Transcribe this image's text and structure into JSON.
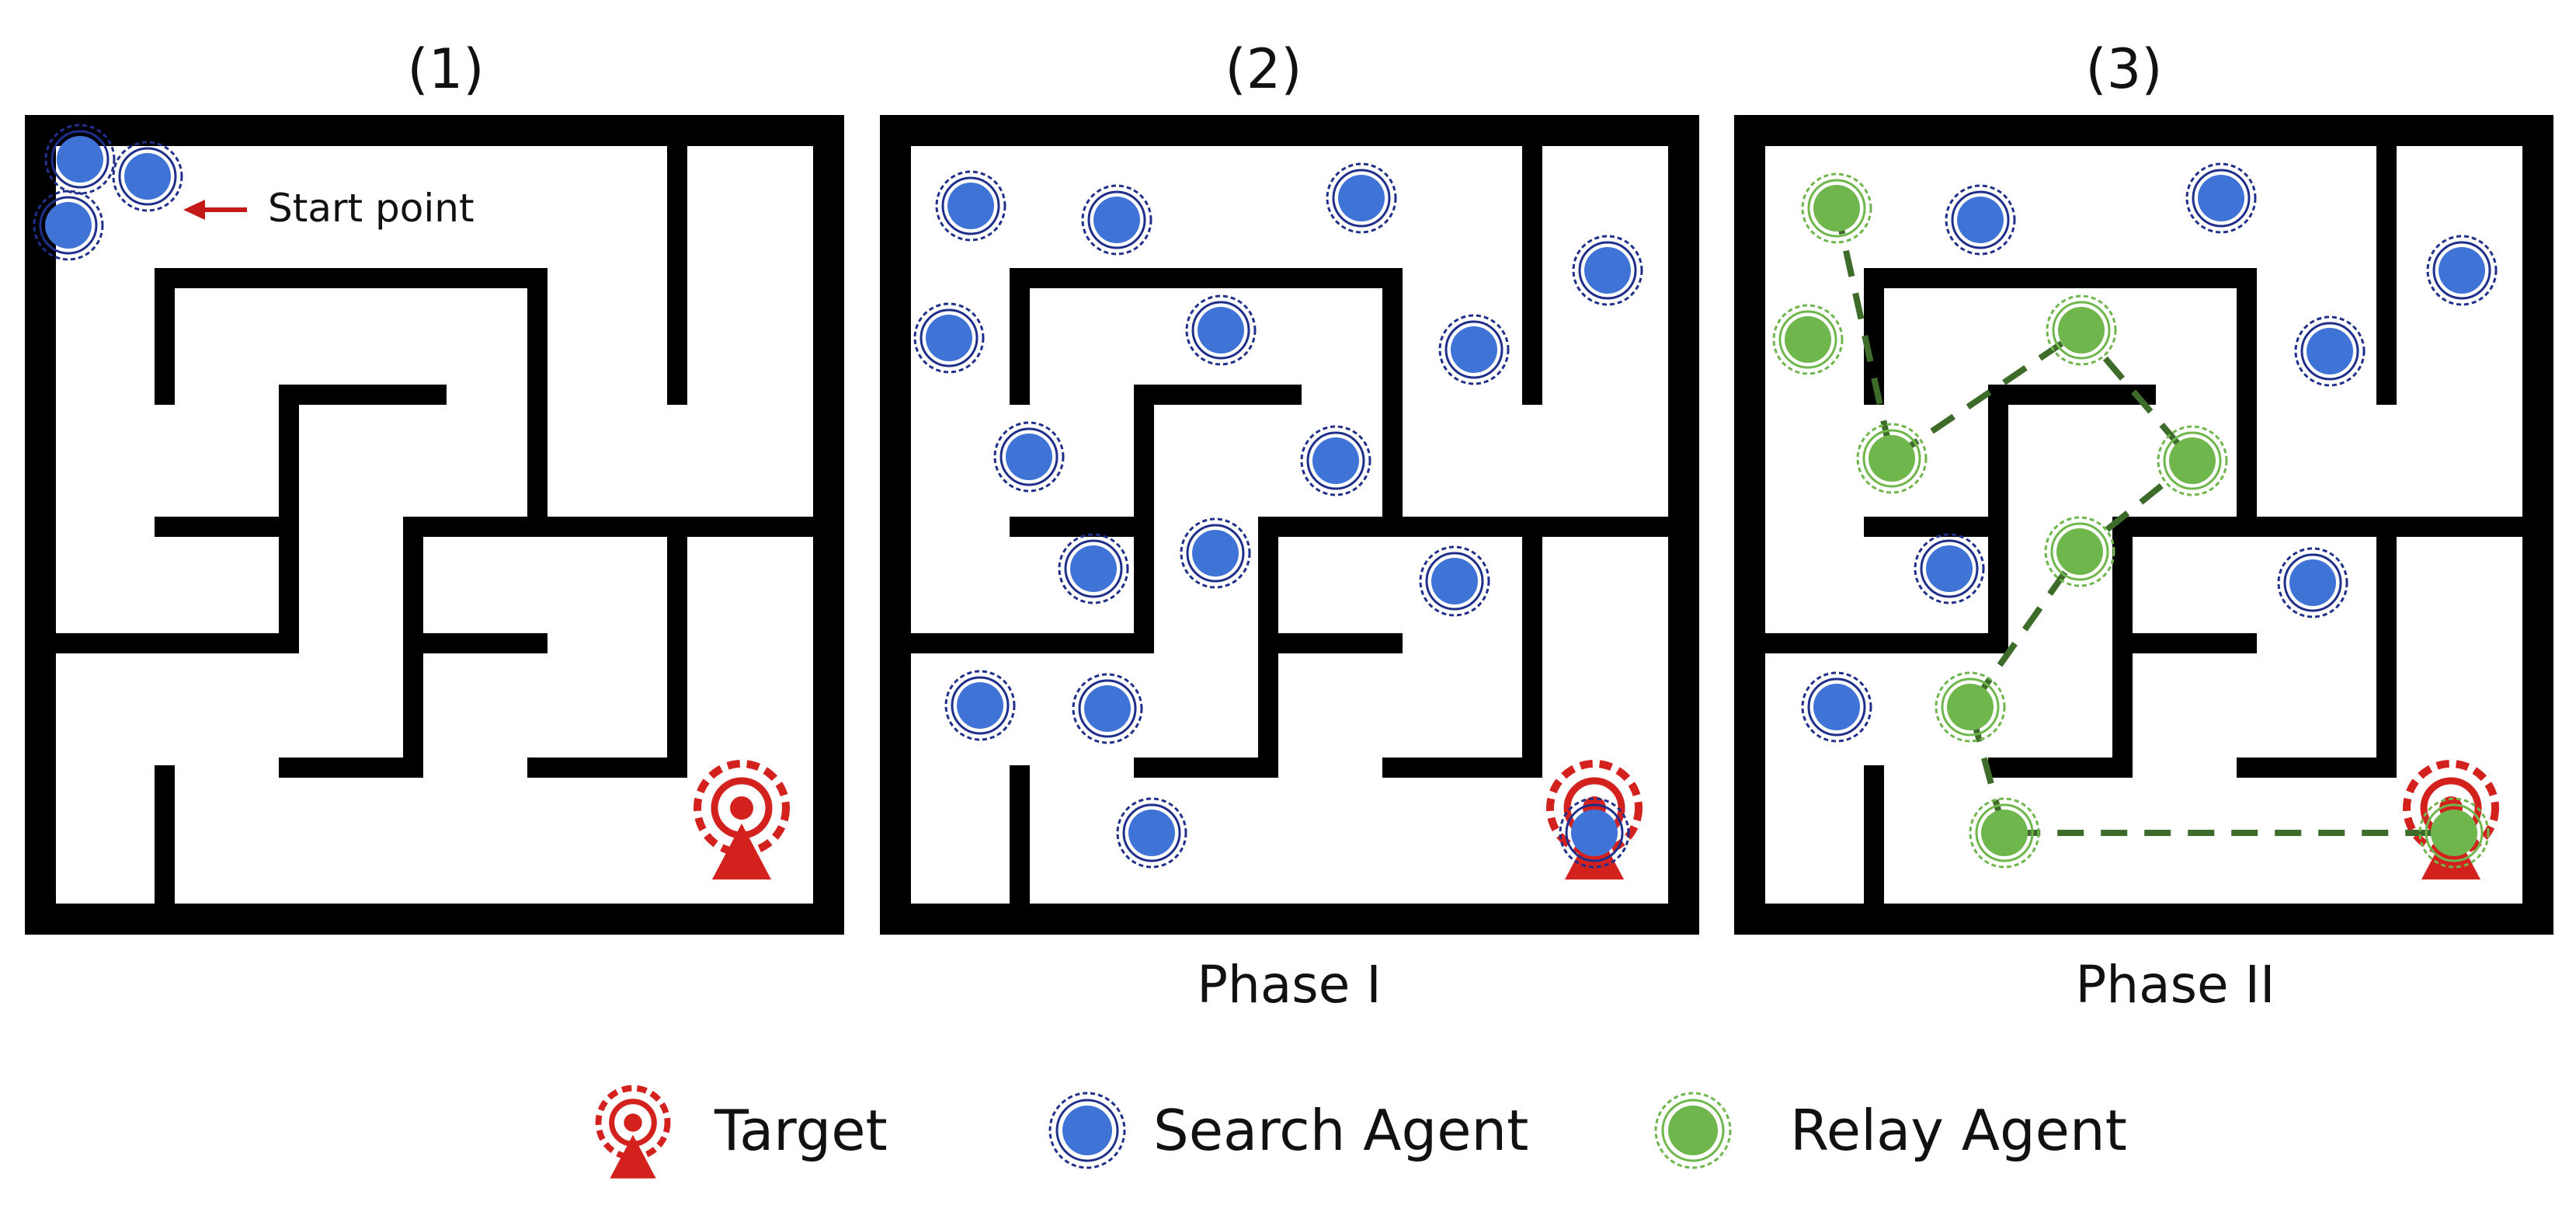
{
  "colors": {
    "wall": "#000000",
    "search_agent": "#3f74d6",
    "search_ring": "#1f2f8a",
    "relay_agent": "#6fb64d",
    "relay_ring": "#6fb64d",
    "relay_path": "#3d6b2a",
    "target": "#d3211e",
    "start_arrow": "#c41a17"
  },
  "panels": [
    {
      "id": "1",
      "label": "(1)",
      "phase": ""
    },
    {
      "id": "2",
      "label": "(2)",
      "phase": "Phase I"
    },
    {
      "id": "3",
      "label": "(3)",
      "phase": "Phase II"
    }
  ],
  "annotations": {
    "start_point": "Start point"
  },
  "legend": {
    "target": {
      "label": "Target",
      "icon": "target-icon"
    },
    "search": {
      "label": "Search Agent",
      "icon": "search-agent-icon"
    },
    "relay": {
      "label": "Relay Agent",
      "icon": "relay-agent-icon"
    }
  }
}
